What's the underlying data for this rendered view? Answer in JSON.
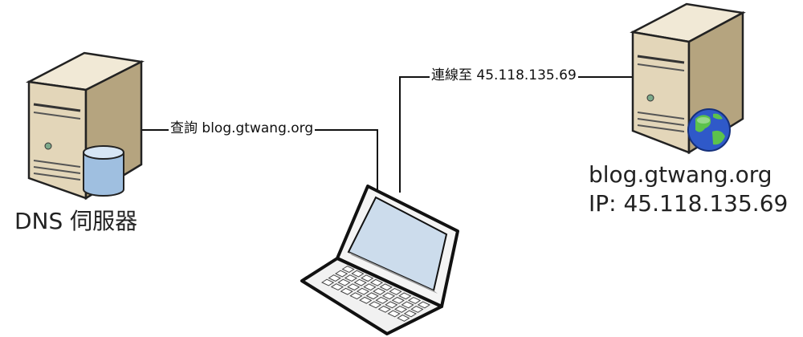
{
  "dns_server": {
    "label": "DNS 伺服器",
    "icon": "database-server-icon"
  },
  "web_server": {
    "hostname": "blog.gtwang.org",
    "ip_line": "IP: 45.118.135.69",
    "icon": "globe-server-icon"
  },
  "client": {
    "icon": "laptop-icon"
  },
  "connections": {
    "query_label": "查詢 blog.gtwang.org",
    "connect_label": "連線至 45.118.135.69"
  },
  "colors": {
    "server_body": "#e3d6b9",
    "server_shade": "#b5a47f",
    "cylinder": "#9fbfe0",
    "globe": "#2f59c9",
    "globe_land": "#5cc24c",
    "screen": "#ccdcec"
  }
}
